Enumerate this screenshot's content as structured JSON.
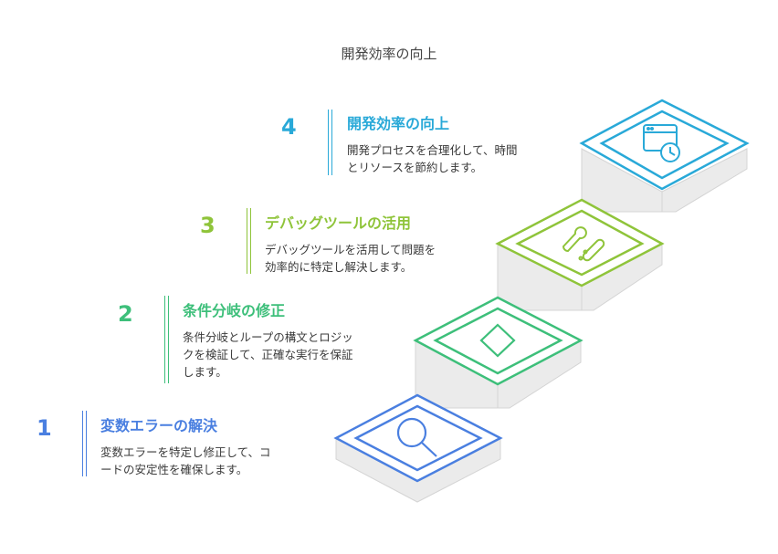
{
  "title": "開発効率の向上",
  "colors": {
    "step1": "#4a7fe0",
    "step2": "#3dbf7a",
    "step3": "#8fc43a",
    "step4": "#29a9d8"
  },
  "steps": [
    {
      "number": "1",
      "title": "変数エラーの解決",
      "desc_lines": [
        "変数エラーを特定し修正して、コ",
        "ードの安定性を確保します。"
      ],
      "icon": "magnifier-icon"
    },
    {
      "number": "2",
      "title": "条件分岐の修正",
      "desc_lines": [
        "条件分岐とループの構文とロジッ",
        "クを検証して、正確な実行を保証",
        "します。"
      ],
      "icon": "diamond-icon"
    },
    {
      "number": "3",
      "title": "デバッグツールの活用",
      "desc_lines": [
        "デバッグツールを活用して問題を",
        "効率的に特定し解決します。"
      ],
      "icon": "tools-icon"
    },
    {
      "number": "4",
      "title": "開発効率の向上",
      "desc_lines": [
        "開発プロセスを合理化して、時間",
        "とリソースを節約します。"
      ],
      "icon": "browser-clock-icon"
    }
  ]
}
